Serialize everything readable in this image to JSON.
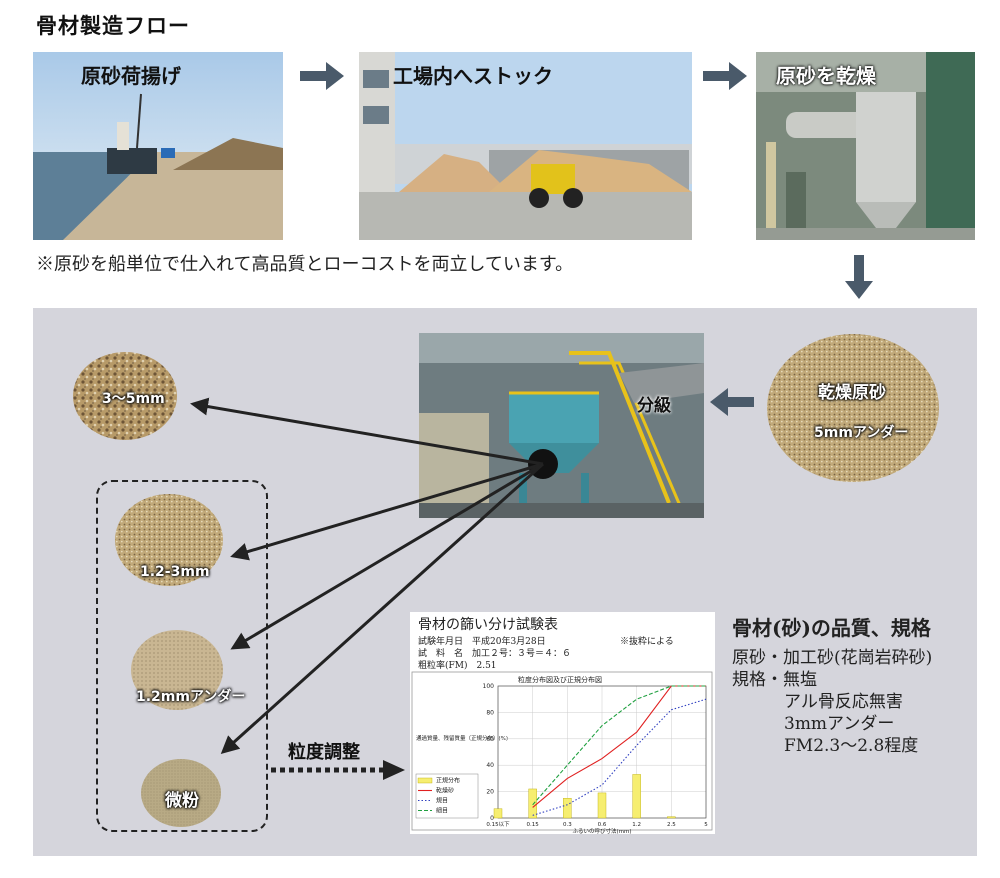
{
  "heading": "骨材製造フロー",
  "flow": [
    {
      "label": "原砂荷揚げ"
    },
    {
      "label": "工場内へストック"
    },
    {
      "label": "原砂を乾燥"
    }
  ],
  "note": "※原砂を船単位で仕入れて高品質とローコストを両立しています。",
  "process_center": "分級",
  "input_pile": {
    "name": "乾燥原砂",
    "size": "5mmアンダー"
  },
  "outputs": [
    "3〜5mm",
    "1.2-3mm",
    "1.2mmアンダー",
    "微粉"
  ],
  "adjust_label": "粒度調整",
  "table": {
    "title": "骨材の篩い分け試験表",
    "rows": [
      "試験年月日　平成20年3月28日",
      "試　料　名　加工２号：３号＝４：６",
      "粗粒率(FM)　2.51"
    ],
    "note": "※抜粋による",
    "chart_data": {
      "type": "line",
      "title": "粒度分布図及び正規分布図",
      "ylabel": "通過質量、残留質量（正規分布）(%)",
      "xlabel": "ふるいの呼び寸法(mm)",
      "categories": [
        "0.15以下",
        "0.15",
        "0.3",
        "0.6",
        "1.2",
        "2.5",
        "5"
      ],
      "ylim": [
        0,
        100
      ],
      "yticks": [
        0,
        20,
        40,
        60,
        80,
        100
      ],
      "series": [
        {
          "name": "正規分布",
          "kind": "bar",
          "color": "#f6ee70",
          "values": [
            7,
            22,
            15,
            19,
            33,
            1,
            null
          ]
        },
        {
          "name": "乾燥砂",
          "kind": "line",
          "color": "#e02020",
          "values": [
            null,
            8,
            30,
            45,
            65,
            100,
            100
          ]
        },
        {
          "name": "規目",
          "kind": "dotted",
          "color": "#3040c0",
          "values": [
            null,
            2,
            10,
            25,
            55,
            82,
            90
          ]
        },
        {
          "name": "細目",
          "kind": "dashed",
          "color": "#20a040",
          "values": [
            null,
            10,
            40,
            70,
            90,
            100,
            100
          ]
        }
      ]
    }
  },
  "spec": {
    "title": "骨材(砂)の品質、規格",
    "lines": [
      "原砂・加工砂(花崗岩砕砂)",
      "規格・無塩",
      "アル骨反応無害",
      "3mmアンダー",
      "FM2.3〜2.8程度"
    ]
  }
}
